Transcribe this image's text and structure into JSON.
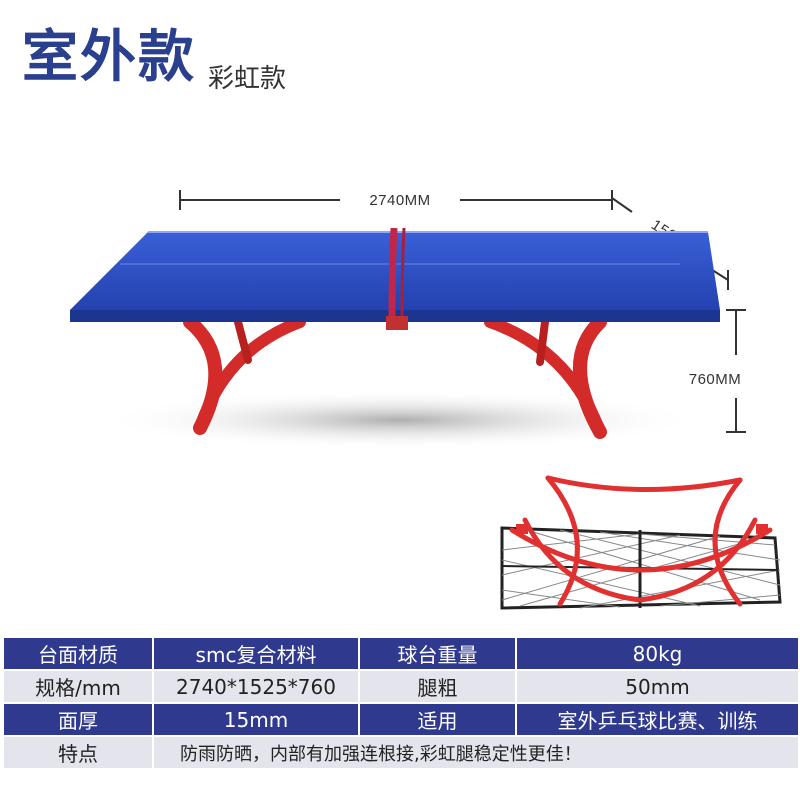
{
  "header": {
    "title": "室外款",
    "subtitle": "彩虹款"
  },
  "dimensions": {
    "length": "2740MM",
    "width": "1525MM",
    "height": "760MM"
  },
  "colors": {
    "brand_blue": "#2f3a8f",
    "table_top": "#2b4fc4",
    "frame_red": "#d32a2a",
    "row_light": "#e4e4ec"
  },
  "specs": {
    "rows": [
      {
        "cells": [
          "台面材质",
          "smc复合材料",
          "球台重量",
          "80kg"
        ]
      },
      {
        "cells": [
          "规格/mm",
          "2740*1525*760",
          "腿粗",
          "50mm"
        ]
      },
      {
        "cells": [
          "面厚",
          "15mm",
          "适用",
          "室外乒乓球比赛、训练"
        ]
      },
      {
        "cells": [
          "特点",
          "防雨防晒，内部有加强连根接,彩虹腿稳定性更佳！"
        ]
      }
    ]
  }
}
